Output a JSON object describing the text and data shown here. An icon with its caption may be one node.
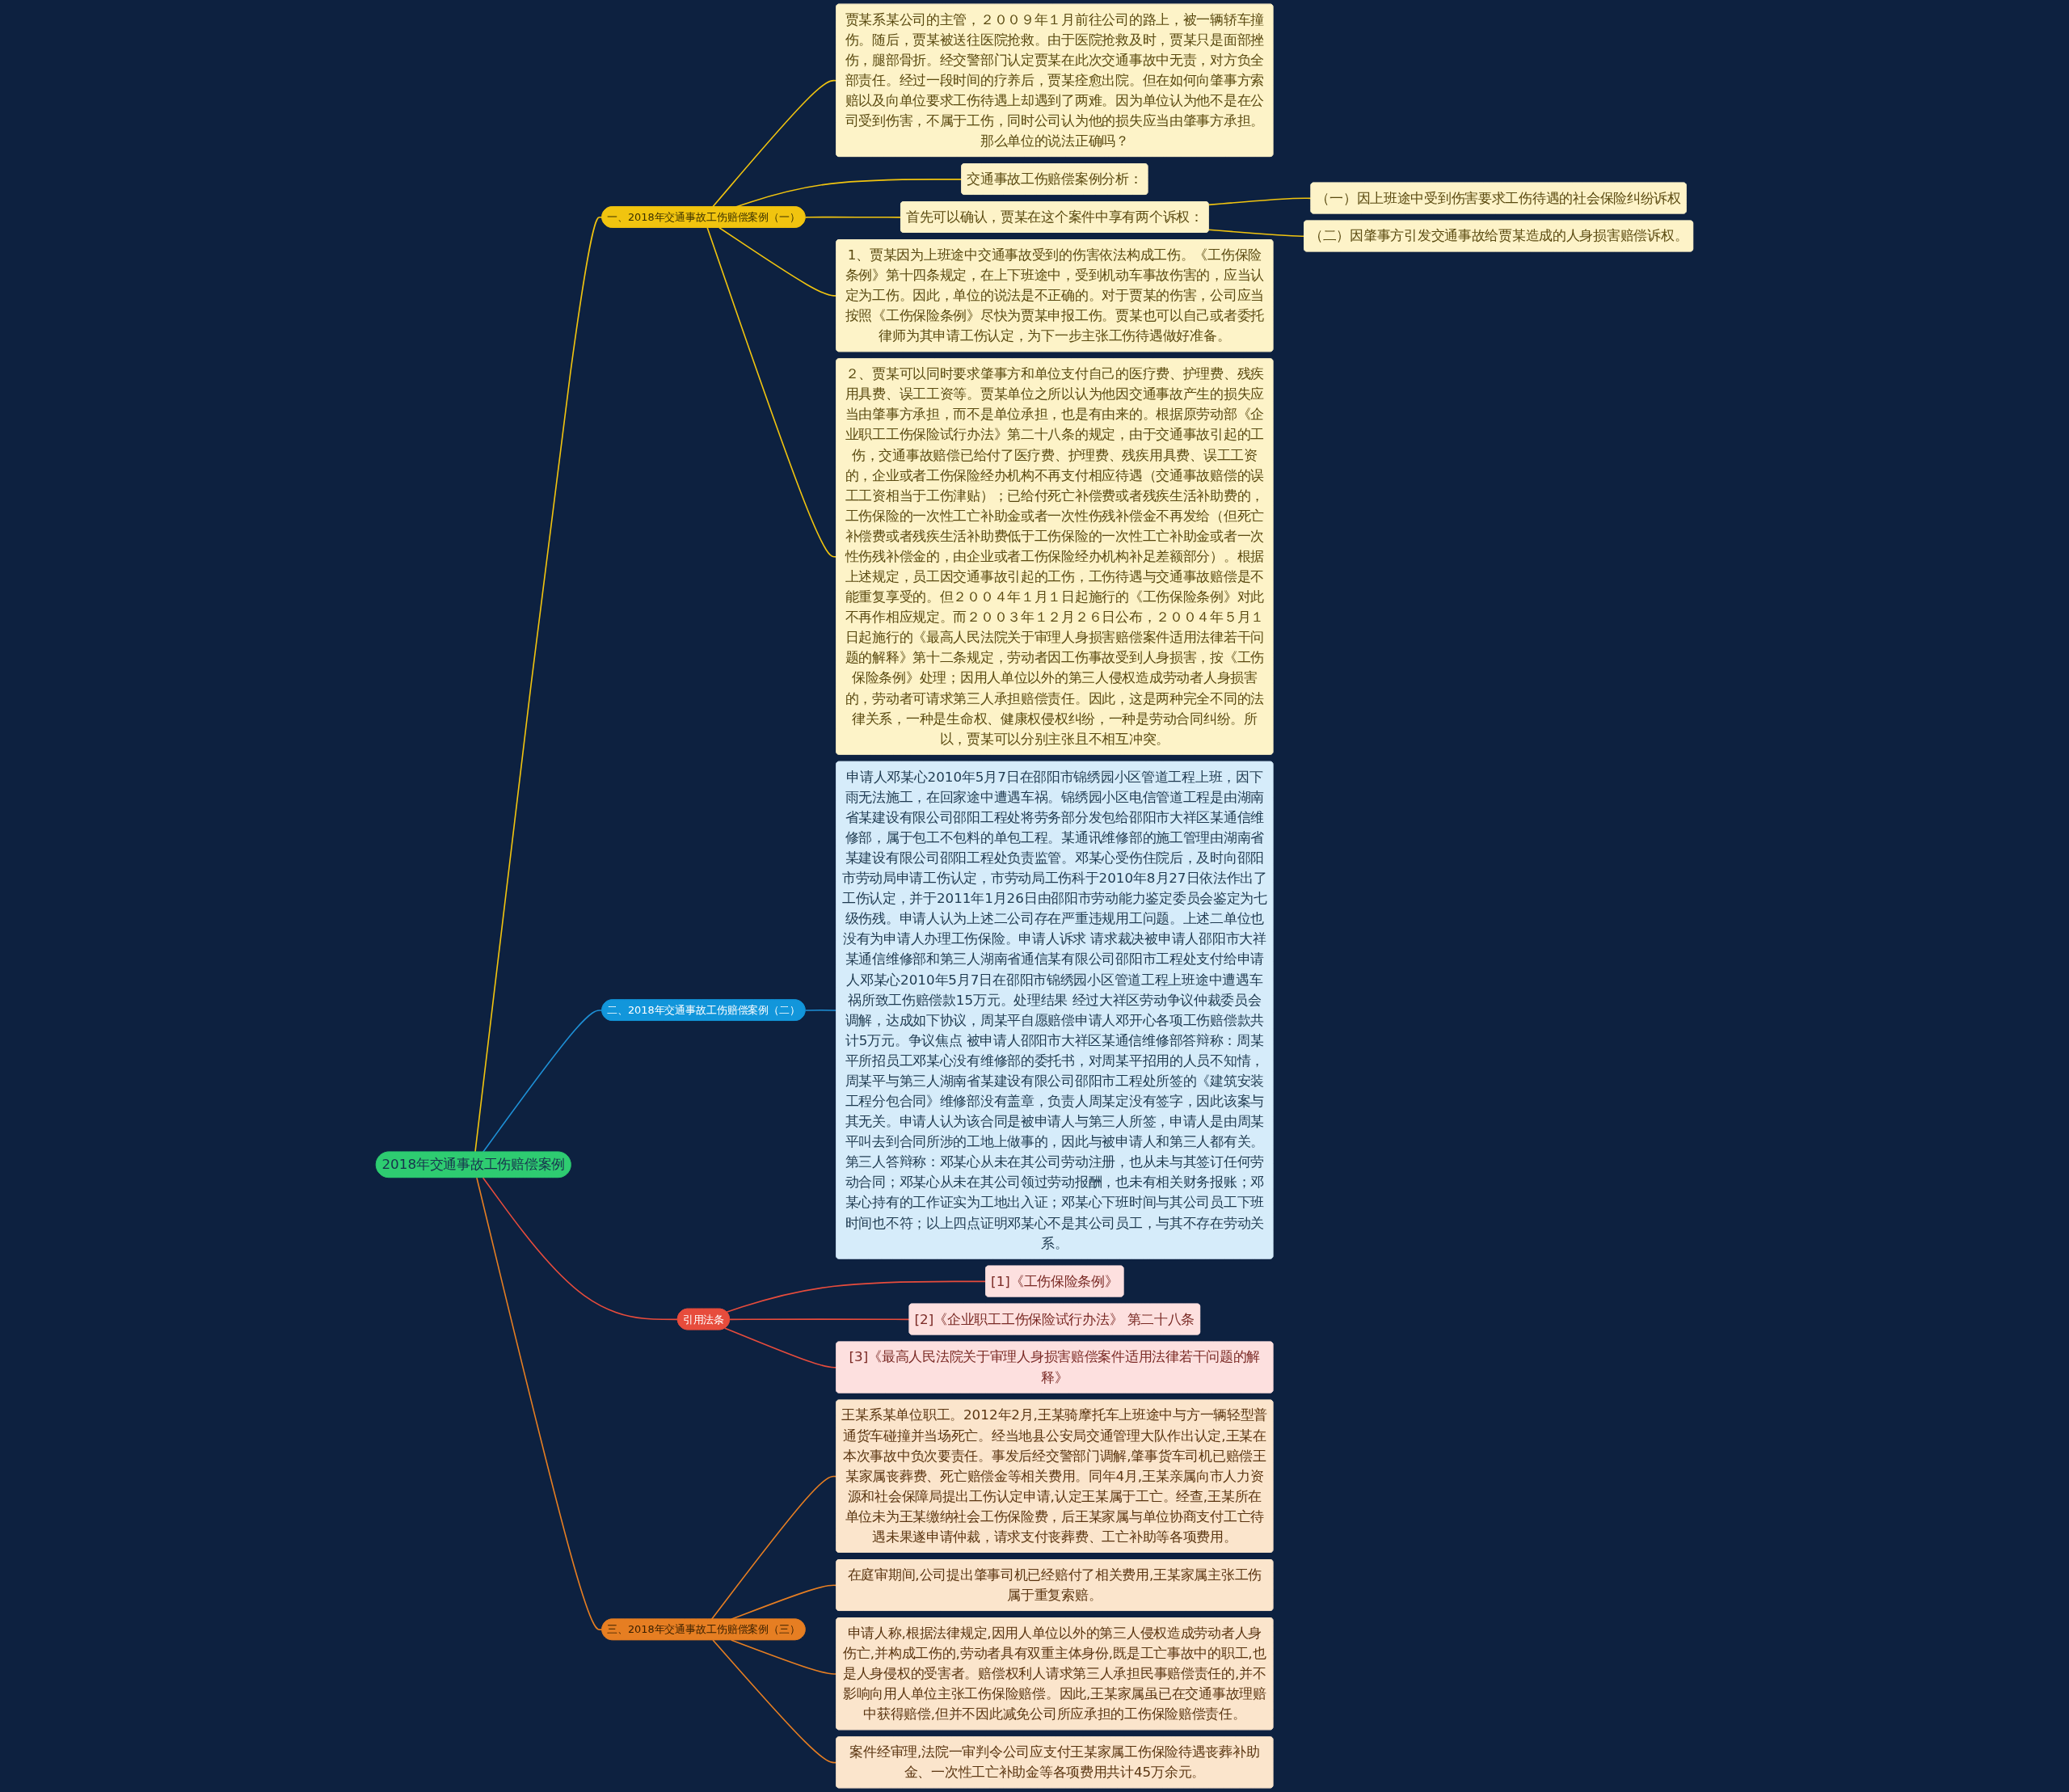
{
  "diagram": {
    "nodes": [
      {
        "text": [
          "2018年交通事故工伤赔偿案例"
        ]
      },
      {
        "text": [
          "一、2018年交通事故工伤赔偿案例（一）"
        ]
      },
      {
        "text": [
          "贾某系某公司的主管，２００９年１月前往公司的路上，被一辆轿车撞伤。随后，贾某被送往医院抢救。由于医院抢救及时，贾某只是面部挫伤，腿部骨折。经交警部门认定贾某在此次交通事故中无责，对方负全部责任。经过一段时间的疗养后，贾某痊愈出院。但在如何向肇事方索赔以及向单位要求工伤待遇上却遇到了两难。因为单位认为他不是在公司受到伤害，不属于工伤，同时公司认为他的损失应当由肇事方承担。那么单位的说法正确吗？"
        ]
      },
      {
        "text": [
          "交通事故工伤赔偿案例分析："
        ]
      },
      {
        "text": [
          "首先可以确认，贾某在这个案件中享有两个诉权："
        ]
      },
      {
        "text": [
          "（一）因上班途中受到伤害要求工伤待遇的社会保险纠纷诉权"
        ]
      },
      {
        "text": [
          "（二）因肇事方引发交通事故给贾某造成的人身损害赔偿诉权。"
        ]
      },
      {
        "text": [
          "1、贾某因为上班途中交通事故受到的伤害依法构成工伤。《工伤保险条例》第十四条规定，在上下班途中，受到机动车事故伤害的，应当认定为工伤。因此，单位的说法是不正确的。对于贾某的伤害，公司应当按照《工伤保险条例》尽快为贾某申报工伤。贾某也可以自己或者委托律师为其申请工伤认定，为下一步主张工伤待遇做好准备。"
        ]
      },
      {
        "text": [
          "２、贾某可以同时要求肇事方和单位支付自己的医疗费、护理费、残疾用具费、误工工资等。贾某单位之所以认为他因交通事故产生的损失应当由肇事方承担，而不是单位承担，也是有由来的。根据原劳动部《企业职工工伤保险试行办法》第二十八条的规定，由于交通事故引起的工伤，交通事故赔偿已给付了医疗费、护理费、残疾用具费、误工工资的，企业或者工伤保险经办机构不再支付相应待遇（交通事故赔偿的误工工资相当于工伤津贴）；已给付死亡补偿费或者残疾生活补助费的，工伤保险的一次性工亡补助金或者一次性伤残补偿金不再发给（但死亡补偿费或者残疾生活补助费低于工伤保险的一次性工亡补助金或者一次性伤残补偿金的，由企业或者工伤保险经办机构补足差额部分）。根据上述规定，员工因交通事故引起的工伤，工伤待遇与交通事故赔偿是不能重复享受的。但２００４年１月１日起施行的《工伤保险条例》对此不再作相应规定。而２００３年１２月２６日公布，２００４年５月１日起施行的《最高人民法院关于审理人身损害赔偿案件适用法律若干问题的解释》第十二条规定，劳动者因工伤事故受到人身损害，按《工伤保险条例》处理；因用人单位以外的第三人侵权造成劳动者人身损害的，劳动者可请求第三人承担赔偿责任。因此，这是两种完全不同的法律关系，一种是生命权、健康权侵权纠纷，一种是劳动合同纠纷。所以，贾某可以分别主张且不相互冲突。"
        ]
      },
      {
        "text": [
          "二、2018年交通事故工伤赔偿案例（二）"
        ]
      },
      {
        "text": [
          "申请人邓某心2010年5月7日在邵阳市锦绣园小区管道工程上班，因下雨无法施工，在回家途中遭遇车祸。锦绣园小区电信管道工程是由湖南省某建设有限公司邵阳工程处将劳务部分发包给邵阳市大祥区某通信维修部，属于包工不包料的单包工程。某通讯维修部的施工管理由湖南省某建设有限公司邵阳工程处负责监管。邓某心受伤住院后，及时向邵阳市劳动局申请工伤认定，市劳动局工伤科于2010年8月27日依法作出了工伤认定，并于2011年1月26日由邵阳市劳动能力鉴定委员会鉴定为七级伤残。申请人认为上述二公司存在严重违规用工问题。上述二单位也没有为申请人办理工伤保险。申请人诉求 请求裁决被申请人邵阳市大祥某通信维修部和第三人湖南省通信某有限公司邵阳市工程处支付给申请人邓某心2010年5月7日在邵阳市锦绣园小区管道工程上班途中遭遇车祸所致工伤赔偿款15万元。处理结果 经过大祥区劳动争议仲裁委员会调解，达成如下协议，周某平自愿赔偿申请人邓开心各项工伤赔偿款共计5万元。争议焦点 被申请人邵阳市大祥区某通信维修部答辩称：周某平所招员工邓某心没有维修部的委托书，对周某平招用的人员不知情，周某平与第三人湖南省某建设有限公司邵阳市工程处所签的《建筑安装工程分包合同》维修部没有盖章，负责人周某定没有签字，因此该案与其无关。申请人认为该合同是被申请人与第三人所签，申请人是由周某平叫去到合同所涉的工地上做事的，因此与被申请人和第三人都有关。第三人答辩称：邓某心从未在其公司劳动注册，也从未与其签订任何劳动合同；邓某心从未在其公司领过劳动报酬，也未有相关财务报账；邓某心持有的工作证实为工地出入证；邓某心下班时间与其公司员工下班时间也不符；以上四点证明邓某心不是其公司员工，与其不存在劳动关系。"
        ]
      },
      {
        "text": [
          "引用法条"
        ]
      },
      {
        "text": [
          "[1]《工伤保险条例》"
        ]
      },
      {
        "text": [
          "[2]《企业职工工伤保险试行办法》 第二十八条"
        ]
      },
      {
        "text": [
          "[3]《最高人民法院关于审理人身损害赔偿案件适用法律若干问题的解释》"
        ]
      },
      {
        "text": [
          "三、2018年交通事故工伤赔偿案例（三）"
        ]
      },
      {
        "text": [
          "王某系某单位职工。2012年2月,王某骑摩托车上班途中与方一辆轻型普通货车碰撞并当场死亡。经当地县公安局交通管理大队作出认定,王某在本次事故中负次要责任。事发后经交警部门调解,肇事货车司机已赔偿王某家属丧葬费、死亡赔偿金等相关费用。同年4月,王某亲属向市人力资源和社会保障局提出工伤认定申请,认定王某属于工亡。经查,王某所在单位未为王某缴纳社会工伤保险费，后王某家属与单位协商支付工亡待遇未果遂申请仲裁，请求支付丧葬费、工亡补助等各项费用。"
        ]
      },
      {
        "text": [
          "在庭审期间,公司提出肇事司机已经赔付了相关费用,王某家属主张工伤属于重复索赔。"
        ]
      },
      {
        "text": [
          "申请人称,根据法律规定,因用人单位以外的第三人侵权造成劳动者人身伤亡,并构成工伤的,劳动者具有双重主体身份,既是工亡事故中的职工,也是人身侵权的受害者。赔偿权利人请求第三人承担民事赔偿责任的,并不影响向用人单位主张工伤保险赔偿。因此,王某家属虽已在交通事故理赔中获得赔偿,但并不因此减免公司所应承担的工伤保险赔偿责任。"
        ]
      },
      {
        "text": [
          "案件经审理,法院一审判令公司应支付王某家属工伤保险待遇丧葬补助金、一次性工亡补助金等各项费用共计45万余元。"
        ]
      }
    ],
    "edges": [
      {
        "from": 0,
        "to": 1,
        "arrow": "none",
        "color": "#f1c40f"
      },
      {
        "from": 1,
        "to": 2,
        "arrow": "none",
        "color": "#f1c40f"
      },
      {
        "from": 1,
        "to": 3,
        "arrow": "none",
        "color": "#f1c40f"
      },
      {
        "from": 1,
        "to": 4,
        "arrow": "none",
        "color": "#f1c40f"
      },
      {
        "from": 4,
        "to": 5,
        "arrow": "none",
        "color": "#f1c40f"
      },
      {
        "from": 4,
        "to": 6,
        "arrow": "none",
        "color": "#f1c40f"
      },
      {
        "from": 1,
        "to": 7,
        "arrow": "none",
        "color": "#f1c40f"
      },
      {
        "from": 1,
        "to": 8,
        "arrow": "none",
        "color": "#f1c40f"
      },
      {
        "from": 0,
        "to": 9,
        "arrow": "none",
        "color": "#1e90d6"
      },
      {
        "from": 9,
        "to": 10,
        "arrow": "none",
        "color": "#1e90d6"
      },
      {
        "from": 0,
        "to": 11,
        "arrow": "none",
        "color": "#e74c3c"
      },
      {
        "from": 11,
        "to": 12,
        "arrow": "none",
        "color": "#e74c3c"
      },
      {
        "from": 11,
        "to": 13,
        "arrow": "none",
        "color": "#e74c3c"
      },
      {
        "from": 11,
        "to": 14,
        "arrow": "none",
        "color": "#e74c3c"
      },
      {
        "from": 0,
        "to": 15,
        "arrow": "none",
        "color": "#e67e22"
      },
      {
        "from": 15,
        "to": 16,
        "arrow": "none",
        "color": "#e67e22"
      },
      {
        "from": 15,
        "to": 17,
        "arrow": "none",
        "color": "#e67e22"
      },
      {
        "from": 15,
        "to": 18,
        "arrow": "none",
        "color": "#e67e22"
      },
      {
        "from": 15,
        "to": 19,
        "arrow": "none",
        "color": "#e67e22"
      }
    ]
  }
}
